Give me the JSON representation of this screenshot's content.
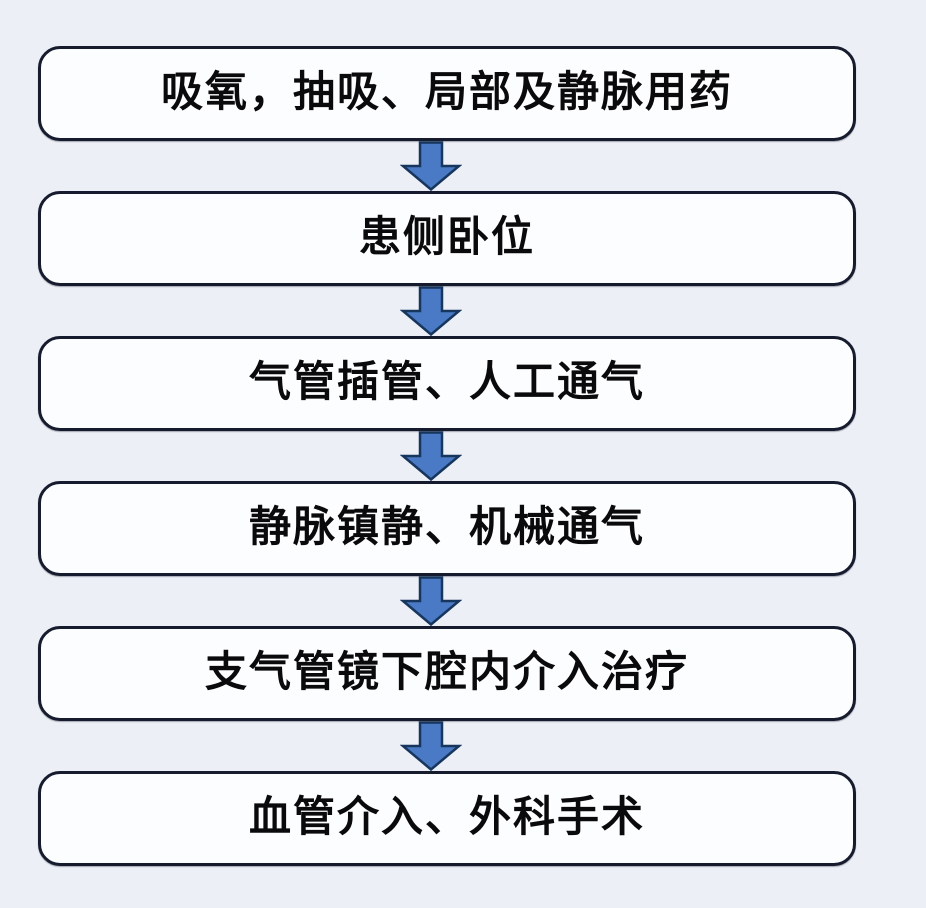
{
  "flowchart": {
    "steps": [
      {
        "label": "吸氧，抽吸、局部及静脉用药"
      },
      {
        "label": "患侧卧位"
      },
      {
        "label": "气管插管、人工通气"
      },
      {
        "label": "静脉镇静、机械通气"
      },
      {
        "label": "支气管镜下腔内介入治疗"
      },
      {
        "label": "血管介入、外科手术"
      }
    ],
    "colors": {
      "background": "#edeff6",
      "box_fill": "#fcfdfe",
      "box_border": "#161c2e",
      "text": "#0a0a0c",
      "arrow_fill": "#4a79c5",
      "arrow_border": "#17365d"
    }
  }
}
